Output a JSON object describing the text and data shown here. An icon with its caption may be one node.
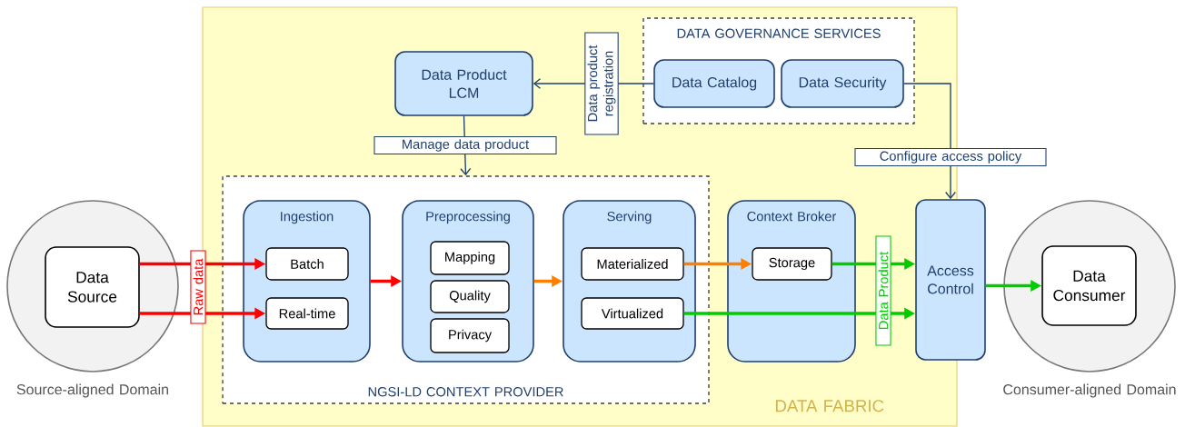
{
  "diagram": {
    "nodes": [
      {
        "text": [
          "DATA FABRIC"
        ]
      },
      {
        "text": [
          "Source-aligned Domain"
        ]
      },
      {
        "text": [
          "Data Source"
        ],
        "in": 1
      },
      {
        "text": [
          "DATA GOVERNANCE SERVICES"
        ],
        "in": 0
      },
      {
        "text": [
          "Data Catalog"
        ],
        "in": 3
      },
      {
        "text": [
          "Data Security"
        ],
        "in": 3
      },
      {
        "text": [
          "Data Product LCM"
        ],
        "in": 0
      },
      {
        "text": [
          "NGSI-LD CONTEXT PROVIDER"
        ],
        "in": 0
      },
      {
        "text": [
          "Ingestion"
        ],
        "in": 7
      },
      {
        "text": [
          "Batch"
        ],
        "in": 8
      },
      {
        "text": [
          "Real-time"
        ],
        "in": 8
      },
      {
        "text": [
          "Preprocessing"
        ],
        "in": 7
      },
      {
        "text": [
          "Mapping"
        ],
        "in": 11
      },
      {
        "text": [
          "Quality"
        ],
        "in": 11
      },
      {
        "text": [
          "Privacy"
        ],
        "in": 11
      },
      {
        "text": [
          "Serving"
        ],
        "in": 7
      },
      {
        "text": [
          "Materialized"
        ],
        "in": 15
      },
      {
        "text": [
          "Virtualized"
        ],
        "in": 15
      },
      {
        "text": [
          "Context Broker"
        ],
        "in": 0
      },
      {
        "text": [
          "Storage"
        ],
        "in": 18
      },
      {
        "text": [
          "Access Control"
        ]
      },
      {
        "text": [
          "Consumer-aligned Domain"
        ]
      },
      {
        "text": [
          "Data Consumer"
        ],
        "in": 21
      }
    ],
    "edges": [
      {
        "from": 2,
        "to": 9,
        "arrow": "to",
        "label": "Raw data",
        "color": "#ff0000"
      },
      {
        "from": 2,
        "to": 10,
        "arrow": "to",
        "color": "#ff0000"
      },
      {
        "from": 8,
        "to": 11,
        "arrow": "to",
        "color": "#ff0000"
      },
      {
        "from": 11,
        "to": 15,
        "arrow": "to",
        "color": "#ff8000"
      },
      {
        "from": 16,
        "to": 19,
        "arrow": "to",
        "color": "#ff8000"
      },
      {
        "from": 19,
        "to": 20,
        "arrow": "to",
        "label": "Data Product",
        "color": "#00cc00"
      },
      {
        "from": 17,
        "to": 20,
        "arrow": "to",
        "color": "#00cc00"
      },
      {
        "from": 20,
        "to": 22,
        "arrow": "to",
        "color": "#00cc00"
      },
      {
        "from": 4,
        "to": 6,
        "arrow": "to",
        "label": "Data product registration",
        "color": "#1f3f6e"
      },
      {
        "from": 6,
        "to": 7,
        "arrow": "to",
        "label": "Manage data product",
        "color": "#1f3f6e"
      },
      {
        "from": 5,
        "to": 20,
        "arrow": "to",
        "label": "Configure access policy",
        "color": "#1f3f6e"
      }
    ]
  }
}
